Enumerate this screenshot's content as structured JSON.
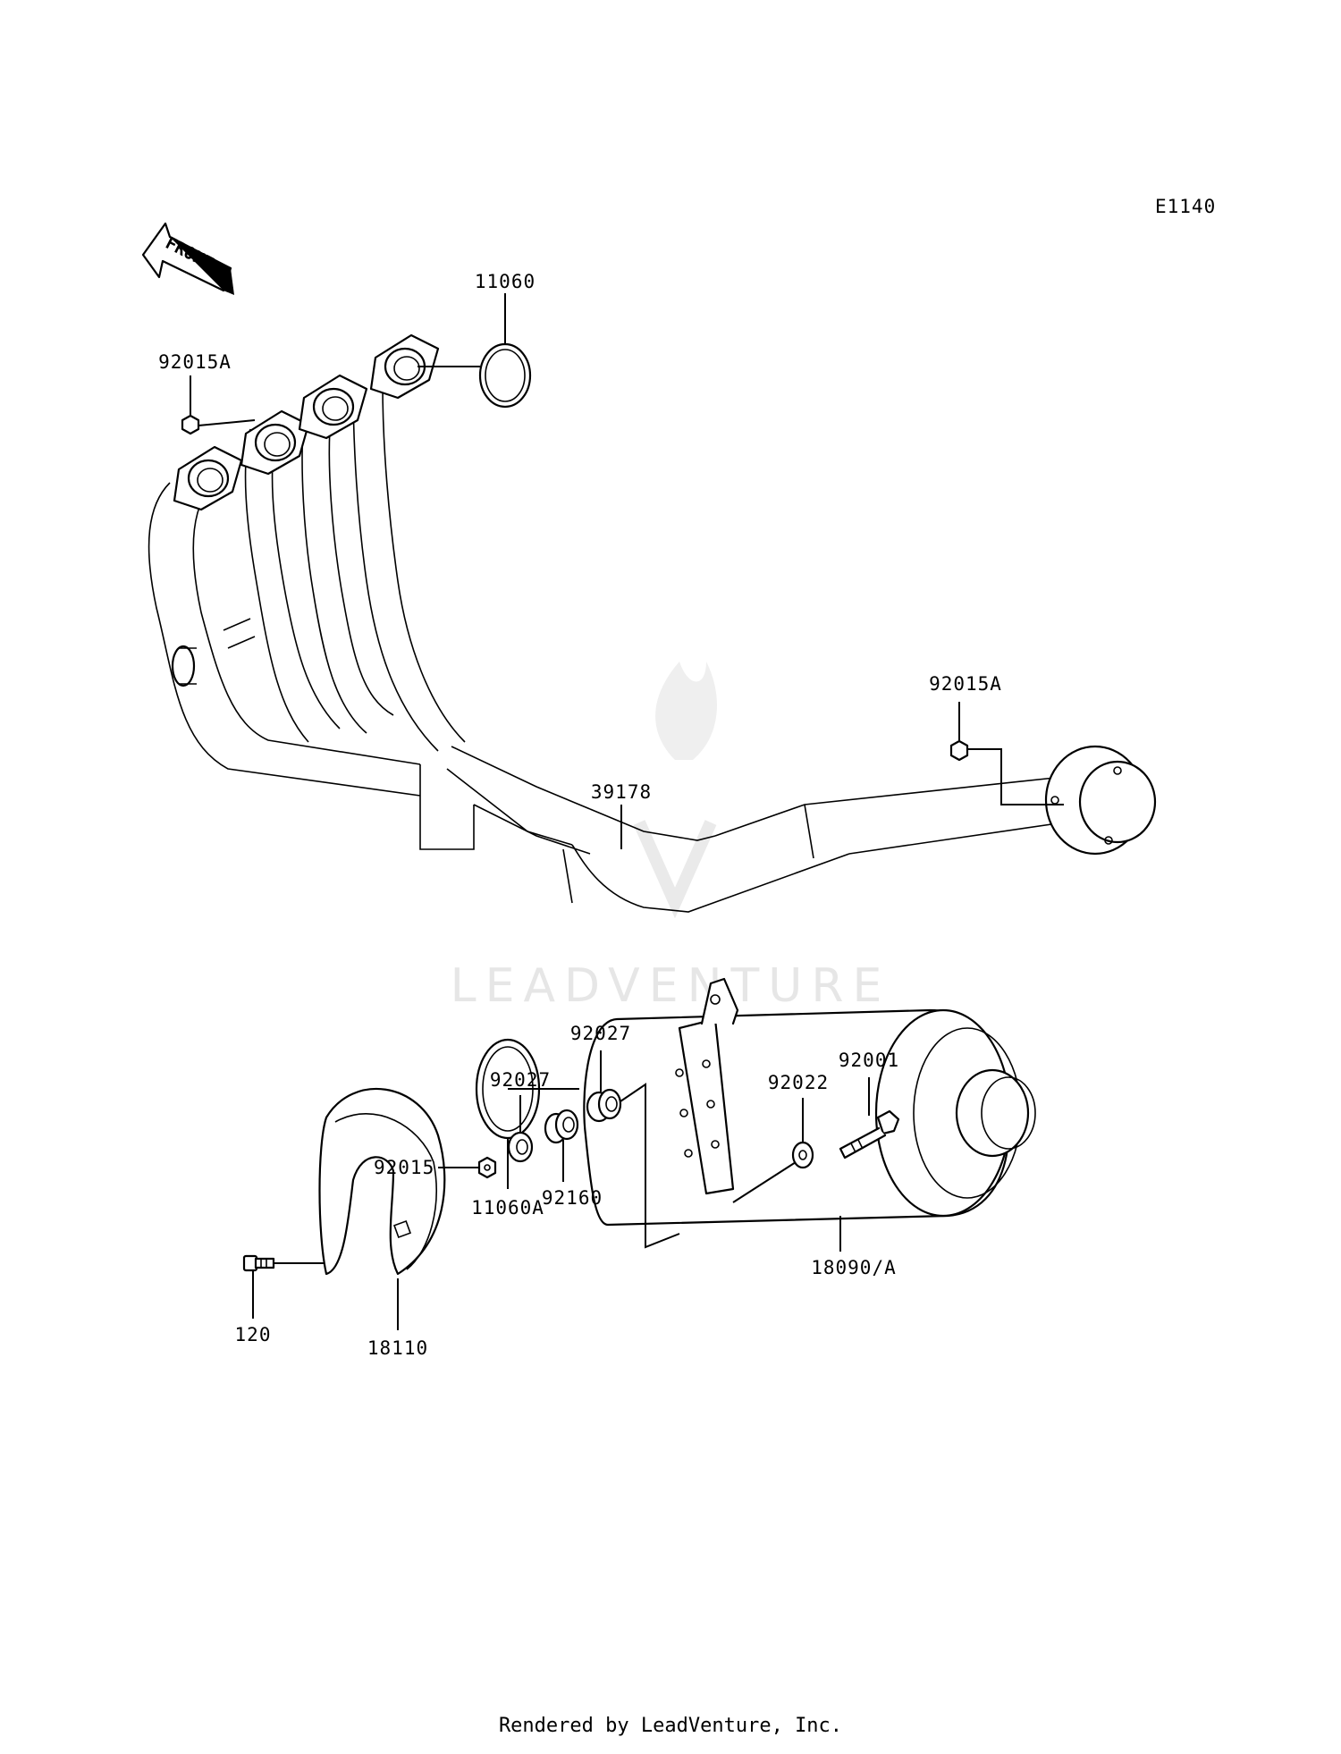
{
  "diagram_code": "E1140",
  "front_arrow_label": "FRONT",
  "watermark": "LEADVENTURE",
  "footer": "Rendered by LeadVenture, Inc.",
  "parts": {
    "p11060": "11060",
    "p92015A_top": "92015A",
    "p92015A_right": "92015A",
    "p39178": "39178",
    "p92027_a": "92027",
    "p92027_b": "92027",
    "p92001": "92001",
    "p92022": "92022",
    "p92015": "92015",
    "p92160": "92160",
    "p120": "120",
    "p18110": "18110",
    "p11060A": "11060A",
    "p18090A": "18090/A"
  }
}
